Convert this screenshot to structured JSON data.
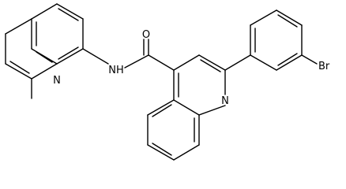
{
  "diagram": {
    "type": "chemical-structure",
    "colors": {
      "bond": "#000000",
      "label": "#000000",
      "background": "#ffffff"
    },
    "atom_labels": {
      "oxygen": "O",
      "amide_nitrogen": "NH",
      "methylquinoline_nitrogen": "N",
      "quinoline_nitrogen": "N",
      "bromine": "Br"
    }
  }
}
